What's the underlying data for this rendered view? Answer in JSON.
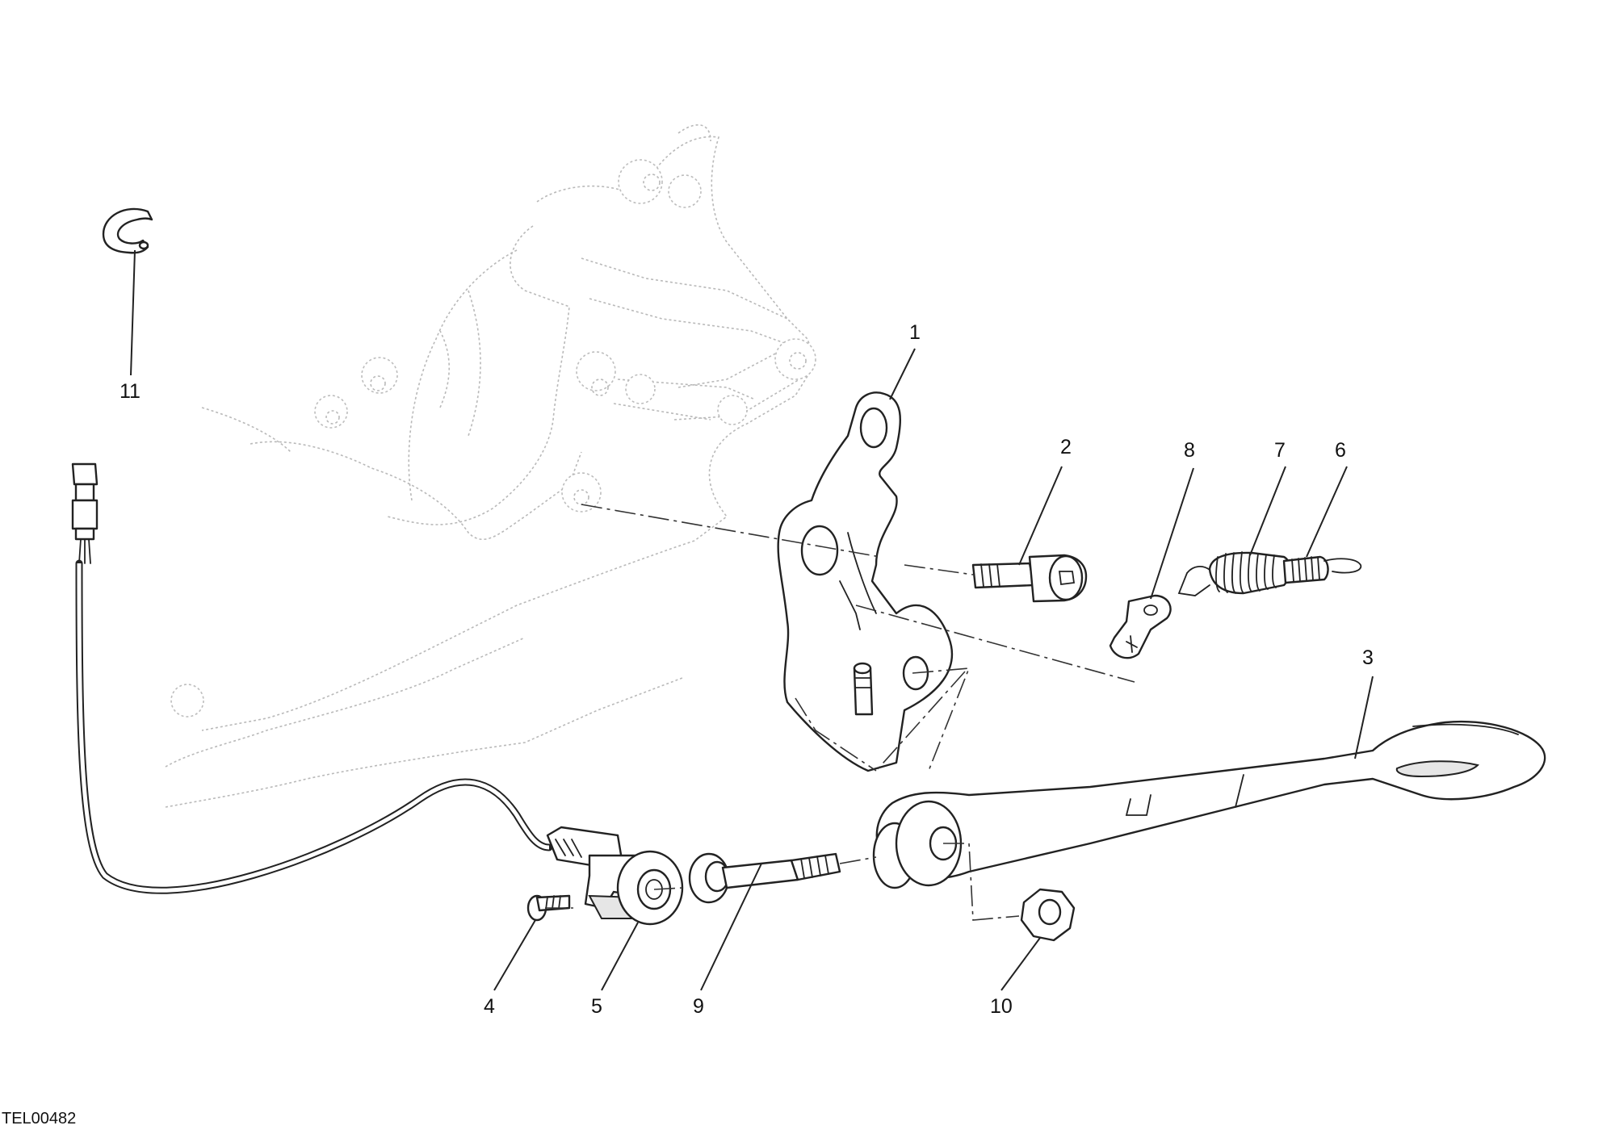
{
  "drawing_code": "TEL00482",
  "callouts": [
    "1",
    "2",
    "3",
    "4",
    "5",
    "6",
    "7",
    "8",
    "9",
    "10",
    "11"
  ]
}
